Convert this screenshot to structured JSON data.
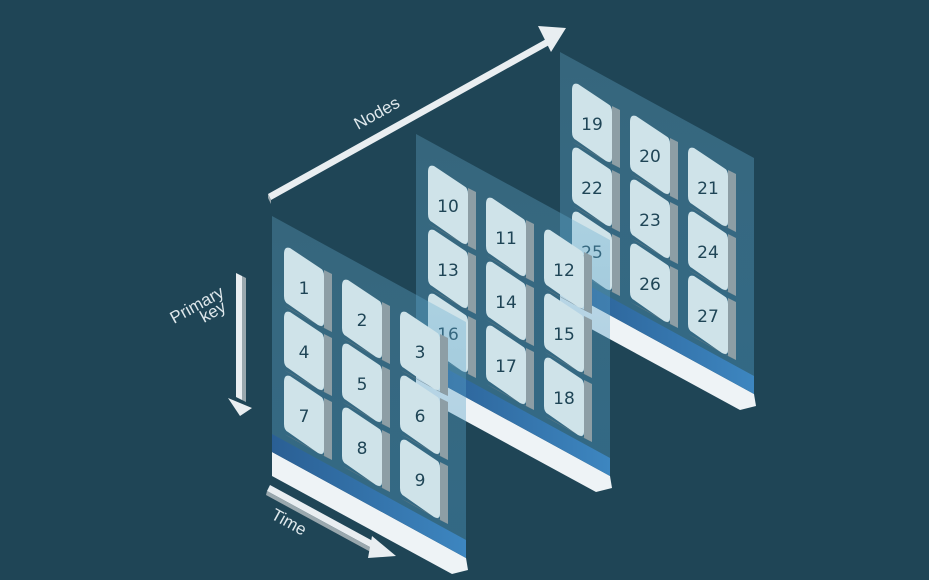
{
  "axes": {
    "nodes_label": "Nodes",
    "primary_key_label_line1": "Primary",
    "primary_key_label_line2": "key",
    "time_label": "Time"
  },
  "nodes": [
    {
      "tiles": [
        "1",
        "2",
        "3",
        "4",
        "5",
        "6",
        "7",
        "8",
        "9"
      ]
    },
    {
      "tiles": [
        "10",
        "11",
        "12",
        "13",
        "14",
        "15",
        "16",
        "17",
        "18"
      ]
    },
    {
      "tiles": [
        "19",
        "20",
        "21",
        "22",
        "23",
        "24",
        "25",
        "26",
        "27"
      ]
    }
  ],
  "colors": {
    "background": "#1f4556",
    "panel": "#5aa3c8",
    "tile_face": "#cfe3e9",
    "tile_side": "#8d9ea5",
    "base_blue": "#2e6fa8",
    "base_white": "#eef3f6",
    "arrow": "#e9eef1"
  }
}
